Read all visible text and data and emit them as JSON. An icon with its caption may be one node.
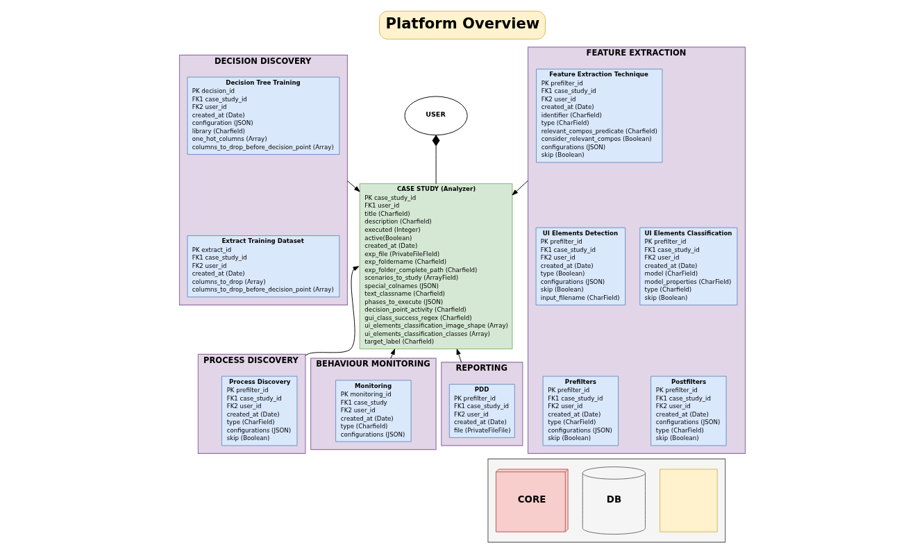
{
  "diagram": {
    "title": "Platform Overview",
    "nodes": [
      {
        "text": [
          "DECISION DISCOVERY"
        ]
      },
      {
        "text": [
          "Decision Tree Training",
          "PK decision_id",
          "FK1 case_study_id",
          "FK2 user_id",
          "created_at (Date)",
          "configuration (JSON)",
          "library (Charfield)",
          "one_hot_columns (Array)",
          "columns_to_drop_before_decision_point (Array)"
        ],
        "in": 0
      },
      {
        "text": [
          "Extract Training Dataset",
          "PK extract_id",
          "FK1 case_study_id",
          "FK2 user_id",
          "created_at (Date)",
          "columns_to_drop (Array)",
          "columns_to_drop_before_decision_point (Array)"
        ],
        "in": 0
      },
      {
        "text": [
          "USER"
        ]
      },
      {
        "text": [
          "CASE STUDY (Analyzer)",
          "PK case_study_id",
          "FK1 user_id",
          "title (Charfield)",
          "description (Charfield)",
          "executed (Integer)",
          "active(Boolean)",
          "created_at (Date)",
          "exp_file (PrivateFileFIeld)",
          "exp_foldername (Charfield)",
          "exp_folder_complete_path (Charfield)",
          "scenarios_to_study (ArrayField)",
          "special_colnames (JSON)",
          "text_classname (Charfield)",
          "phases_to_execute (JSON)",
          "decision_point_activity (Charfield)",
          "gui_class_success_regex (Charfield)",
          "ui_elements_classification_image_shape (Array)",
          "ui_elements_classification_classes (Array)",
          "target_label (Charfield)"
        ]
      },
      {
        "text": [
          "FEATURE EXTRACTION"
        ]
      },
      {
        "text": [
          "Feature Extraction Technique",
          "PK prefilter_id",
          "FK1 case_study_id",
          "FK2 user_id",
          "created_at (Date)",
          "identifier (Charfield)",
          "type (CharField)",
          "relevant_compos_predicate (Charfield)",
          "consider_relevant_compos (Boolean)",
          "configurations (JSON)",
          "skip (Boolean)"
        ],
        "in": 5
      },
      {
        "text": [
          "UI Elements Detection",
          "PK prefilter_id",
          "FK1 case_study_id",
          "FK2 user_id",
          "created_at (Date)",
          "type (Boolean)",
          "configurations (JSON)",
          "skip (Boolean)",
          "input_filename (CharField)"
        ],
        "in": 5
      },
      {
        "text": [
          "UI Elements Classification",
          "PK prefilter_id",
          "FK1 case_study_id",
          "FK2 user_id",
          "created_at (Date)",
          "model (CharField)",
          "model_properties (CharField)",
          "type (Charfield)",
          "skip (Boolean)"
        ],
        "in": 5
      },
      {
        "text": [
          "Prefilters",
          "PK prefilter_id",
          "FK1 case_study_id",
          "FK2 user_id",
          "created_at (Date)",
          "type (CharField)",
          "configurations (JSON)",
          "skip (Boolean)"
        ],
        "in": 5
      },
      {
        "text": [
          "Postfilters",
          "PK prefilter_id",
          "FK1 case_study_id",
          "FK2 user_id",
          "created_at (Date)",
          "configurations (JSON)",
          "type (CharField)",
          "skip (Boolean)"
        ],
        "in": 5
      },
      {
        "text": [
          "PROCESS DISCOVERY"
        ]
      },
      {
        "text": [
          "Process Discovery",
          "PK prefilter_id",
          "FK1 case_study_id",
          "FK2 user_id",
          "created_at (Date)",
          "type (CharField)",
          "configurations (JSON)",
          "skip (Boolean)"
        ],
        "in": 11
      },
      {
        "text": [
          "BEHAVIOUR MONITORING"
        ]
      },
      {
        "text": [
          "Monitoring",
          "PK monitoring_id",
          "FK1 case_study",
          "FK2 user_id",
          "created_at (Date)",
          "type (Charfield)",
          "configurations (JSON)"
        ],
        "in": 13
      },
      {
        "text": [
          "REPORTING"
        ]
      },
      {
        "text": [
          "PDD",
          "PK prefilter_id",
          "FK1 case_study_id",
          "FK2 user_id",
          "created_at (Date)",
          "file (PrivateFileFile)"
        ],
        "in": 15
      },
      {
        "text": [],
        "shape": "box"
      },
      {
        "text": [
          "CORE"
        ],
        "in": 17
      },
      {
        "text": [
          "DB"
        ],
        "in": 17
      },
      {
        "text": [],
        "shape": "box",
        "in": 17
      }
    ],
    "edges": [
      {
        "from": 3,
        "to": 4,
        "arrow": "other"
      },
      {
        "from": 0,
        "to": 4,
        "arrow": "to"
      },
      {
        "from": 5,
        "to": 4,
        "arrow": "to"
      },
      {
        "from": 11,
        "to": 4,
        "arrow": "to"
      },
      {
        "from": 13,
        "to": 4,
        "arrow": "to"
      },
      {
        "from": 15,
        "to": 4,
        "arrow": "to"
      }
    ]
  }
}
